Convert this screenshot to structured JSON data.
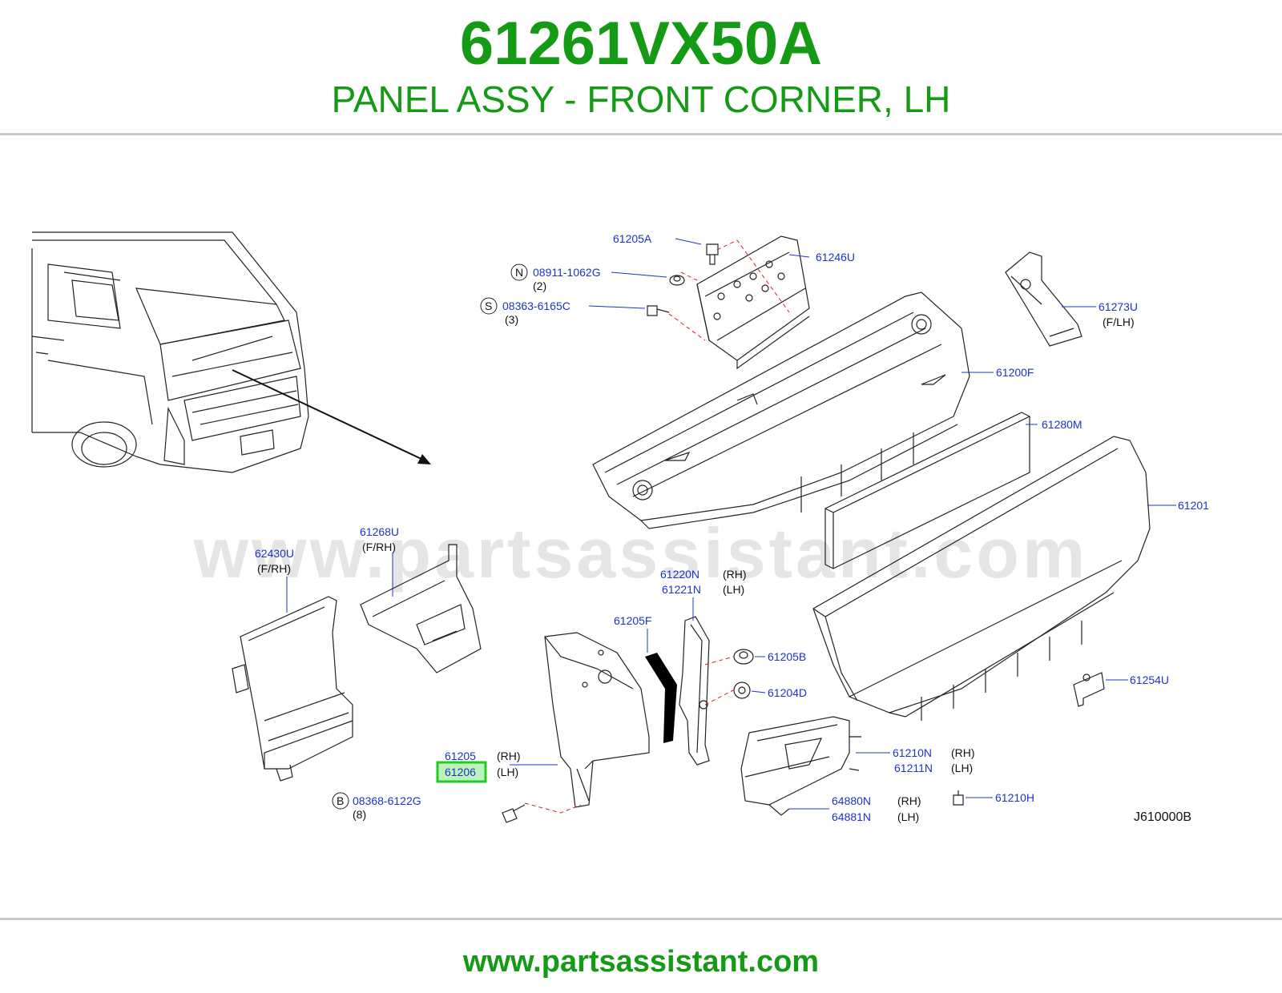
{
  "header": {
    "part_number": "61261VX50A",
    "part_description": "PANEL ASSY - FRONT CORNER, LH"
  },
  "diagram": {
    "drawing_code": "J610000B",
    "highlighted_part": "61206",
    "highlight_color": "#22cc22",
    "label_color": "#1c34c8",
    "callouts": {
      "p61205A": "61205A",
      "p61246U": "61246U",
      "p08911": "08911-1062G",
      "p08911_qty": "(2)",
      "p08911_prefix": "N",
      "p08363": "08363-6165C",
      "p08363_qty": "(3)",
      "p08363_prefix": "S",
      "p61273U": "61273U",
      "p61273U_note": "(F/LH)",
      "p61200F": "61200F",
      "p61280M": "61280M",
      "p61201": "61201",
      "p61268U": "61268U",
      "p61268U_note": "(F/RH)",
      "p62430U": "62430U",
      "p62430U_note": "(F/RH)",
      "p61220N": "61220N",
      "p61220N_note": "(RH)",
      "p61221N": "61221N",
      "p61221N_note": "(LH)",
      "p61205F": "61205F",
      "p61205B": "61205B",
      "p61204D": "61204D",
      "p61254U": "61254U",
      "p61205": "61205",
      "p61205_note": "(RH)",
      "p61206": "61206",
      "p61206_note": "(LH)",
      "p08368": "08368-6122G",
      "p08368_qty": "(8)",
      "p08368_prefix": "B",
      "p61210N": "61210N",
      "p61210N_note": "(RH)",
      "p61211N": "61211N",
      "p61211N_note": "(LH)",
      "p61210H": "61210H",
      "p64880N": "64880N",
      "p64880N_note": "(RH)",
      "p64881N": "64881N",
      "p64881N_note": "(LH)"
    }
  },
  "watermark": "www.partsassistant.com",
  "footer": {
    "url": "www.partsassistant.com"
  }
}
